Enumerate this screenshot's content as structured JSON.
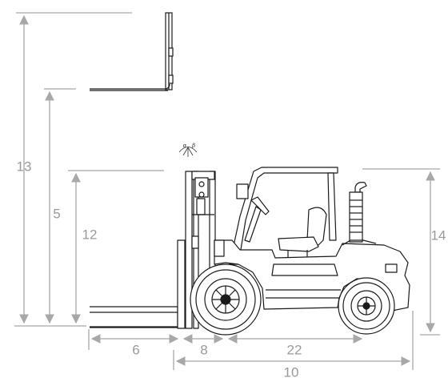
{
  "dimensions": {
    "d13": "13",
    "d5": "5",
    "d12": "12",
    "d14": "14",
    "d6": "6",
    "d8": "8",
    "d22": "22",
    "d10": "10"
  },
  "tilt": {
    "alpha": "α",
    "beta": "β"
  },
  "colors": {
    "dimension": "#a8a8a8",
    "outline": "#1a1a1a"
  }
}
